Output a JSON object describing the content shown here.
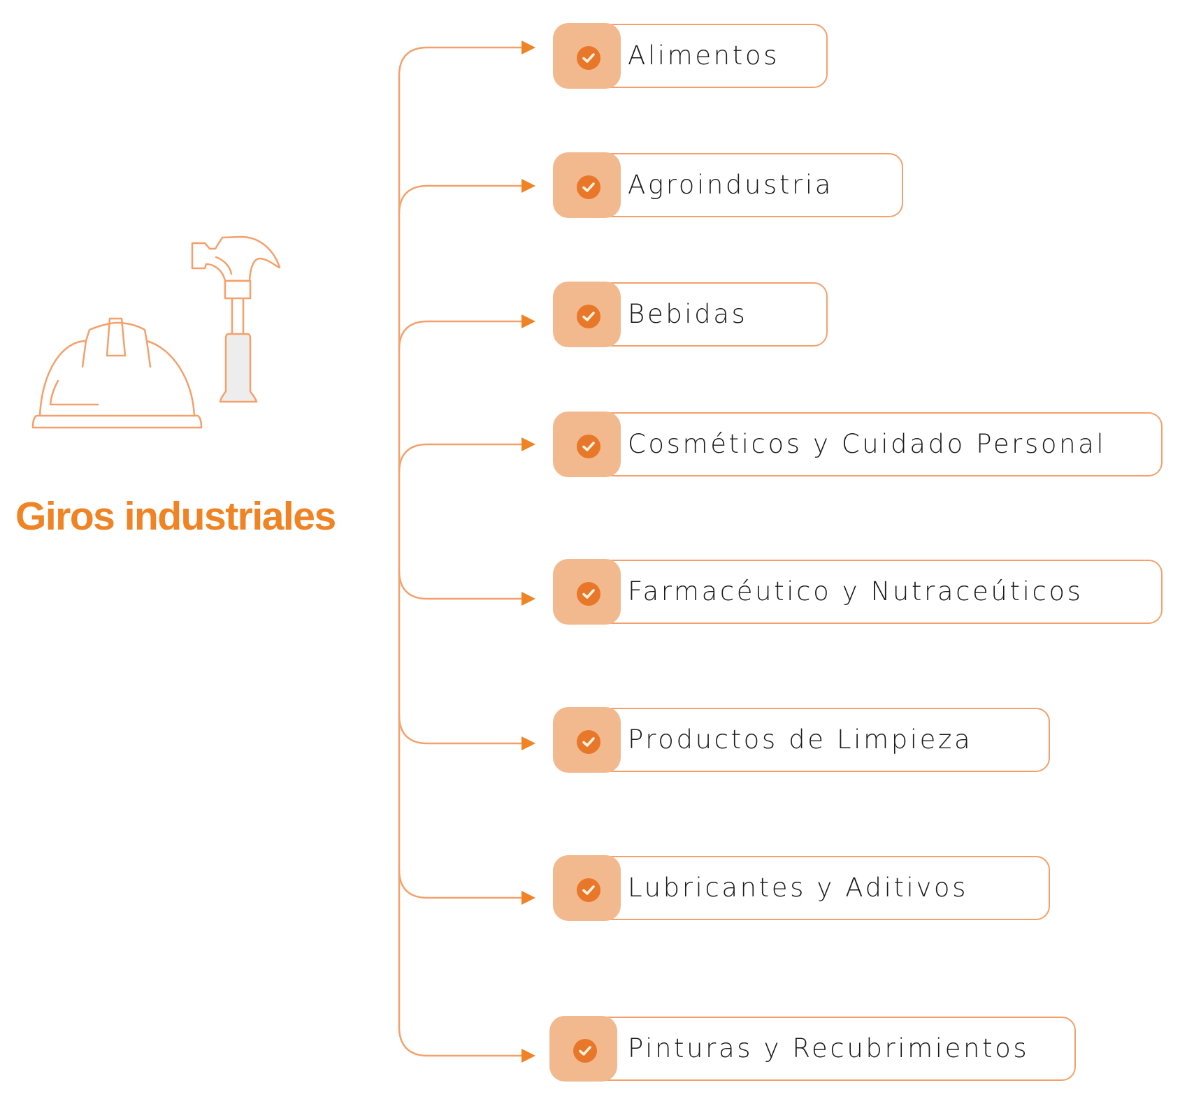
{
  "title": "Giros industriales",
  "colors": {
    "accent": "#F08324",
    "connector": "#F5A06A",
    "badge": "#F2B98E",
    "check_circle": "#E8772A",
    "check_mark": "#FFF3DC",
    "text": "#1a1a1a"
  },
  "illustration": {
    "icons": [
      "hard-hat-icon",
      "hammer-icon"
    ]
  },
  "items": [
    {
      "label": "Alimentos",
      "icon": "check-circle-icon"
    },
    {
      "label": "Agroindustria",
      "icon": "check-circle-icon"
    },
    {
      "label": "Bebidas",
      "icon": "check-circle-icon"
    },
    {
      "label": "Cosméticos y Cuidado Personal",
      "icon": "check-circle-icon"
    },
    {
      "label": "Farmacéutico y Nutraceúticos",
      "icon": "check-circle-icon"
    },
    {
      "label": "Productos de Limpieza",
      "icon": "check-circle-icon"
    },
    {
      "label": "Lubricantes y Aditivos",
      "icon": "check-circle-icon"
    },
    {
      "label": "Pinturas y Recubrimientos",
      "icon": "check-circle-icon"
    }
  ]
}
